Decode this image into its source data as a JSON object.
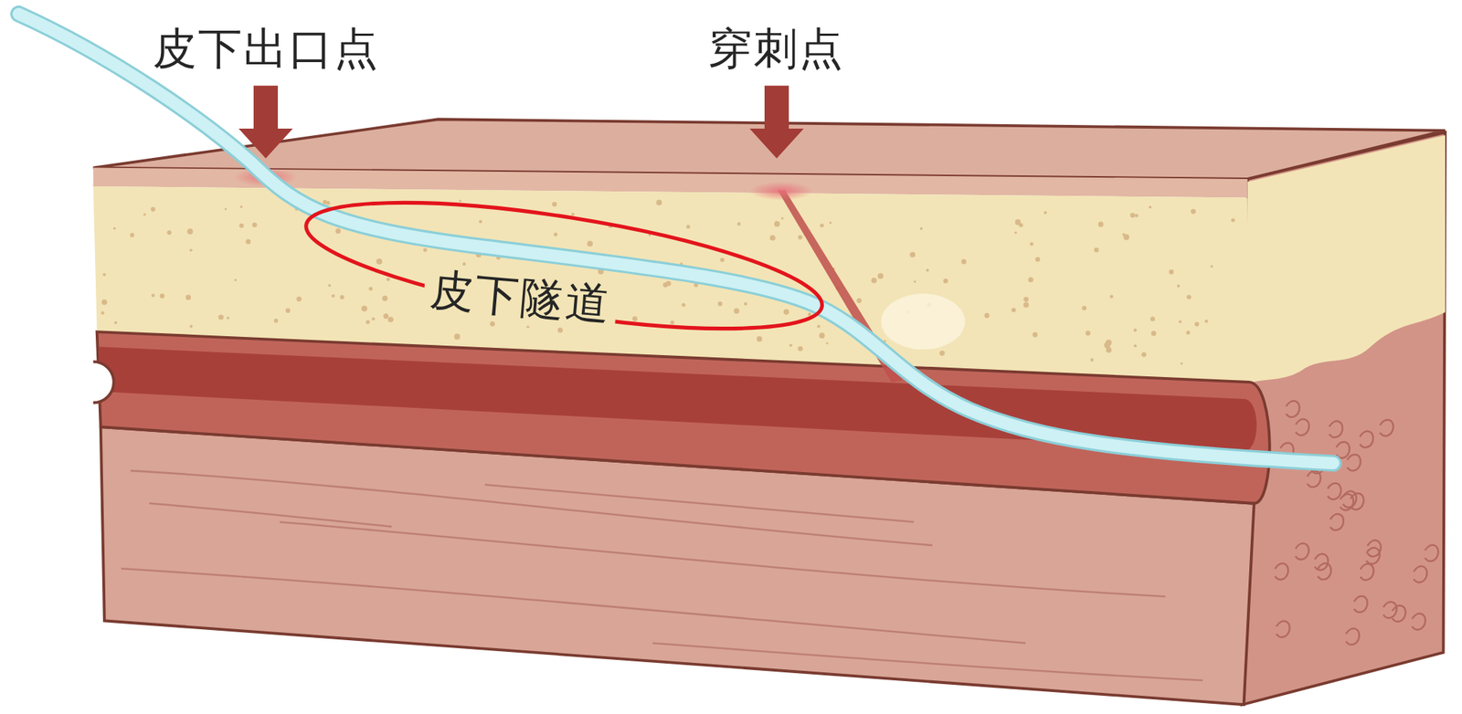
{
  "diagram": {
    "labels": [
      "皮下出口点",
      "穿刺点",
      "皮下隧道"
    ]
  }
}
